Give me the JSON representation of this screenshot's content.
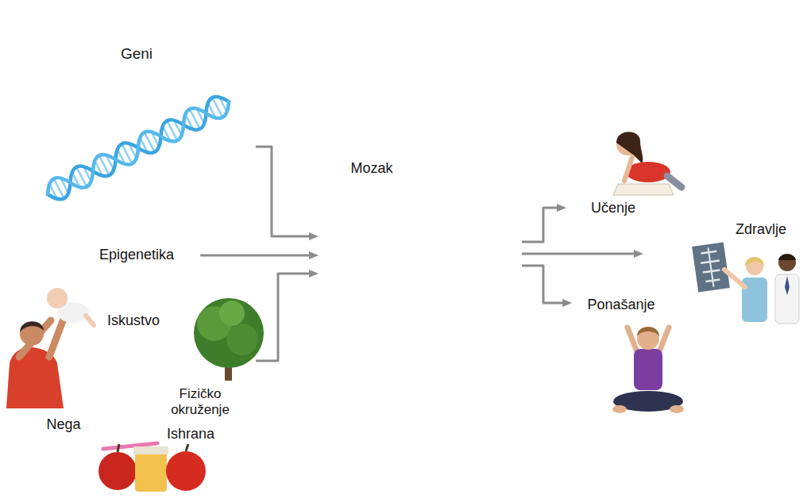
{
  "diagram": {
    "nodes": [
      {
        "text": [
          "Geni"
        ]
      },
      {
        "text": [
          "Epigenetika"
        ]
      },
      {
        "text": [
          "Iskustvo",
          "Fizičko okruženje",
          "Nega",
          "Ishrana"
        ]
      },
      {
        "text": [
          "Mozak"
        ]
      },
      {
        "text": [
          "Učenje"
        ]
      },
      {
        "text": [
          "Zdravlje"
        ]
      },
      {
        "text": [
          "Ponašanje"
        ]
      }
    ],
    "edges": [
      {
        "from": 0,
        "to": 3,
        "arrow": "to"
      },
      {
        "from": 1,
        "to": 3,
        "arrow": "to"
      },
      {
        "from": 2,
        "to": 3,
        "arrow": "to"
      },
      {
        "from": 3,
        "to": 4,
        "arrow": "to"
      },
      {
        "from": 3,
        "to": 5,
        "arrow": "to"
      },
      {
        "from": 3,
        "to": 6,
        "arrow": "to"
      }
    ]
  }
}
